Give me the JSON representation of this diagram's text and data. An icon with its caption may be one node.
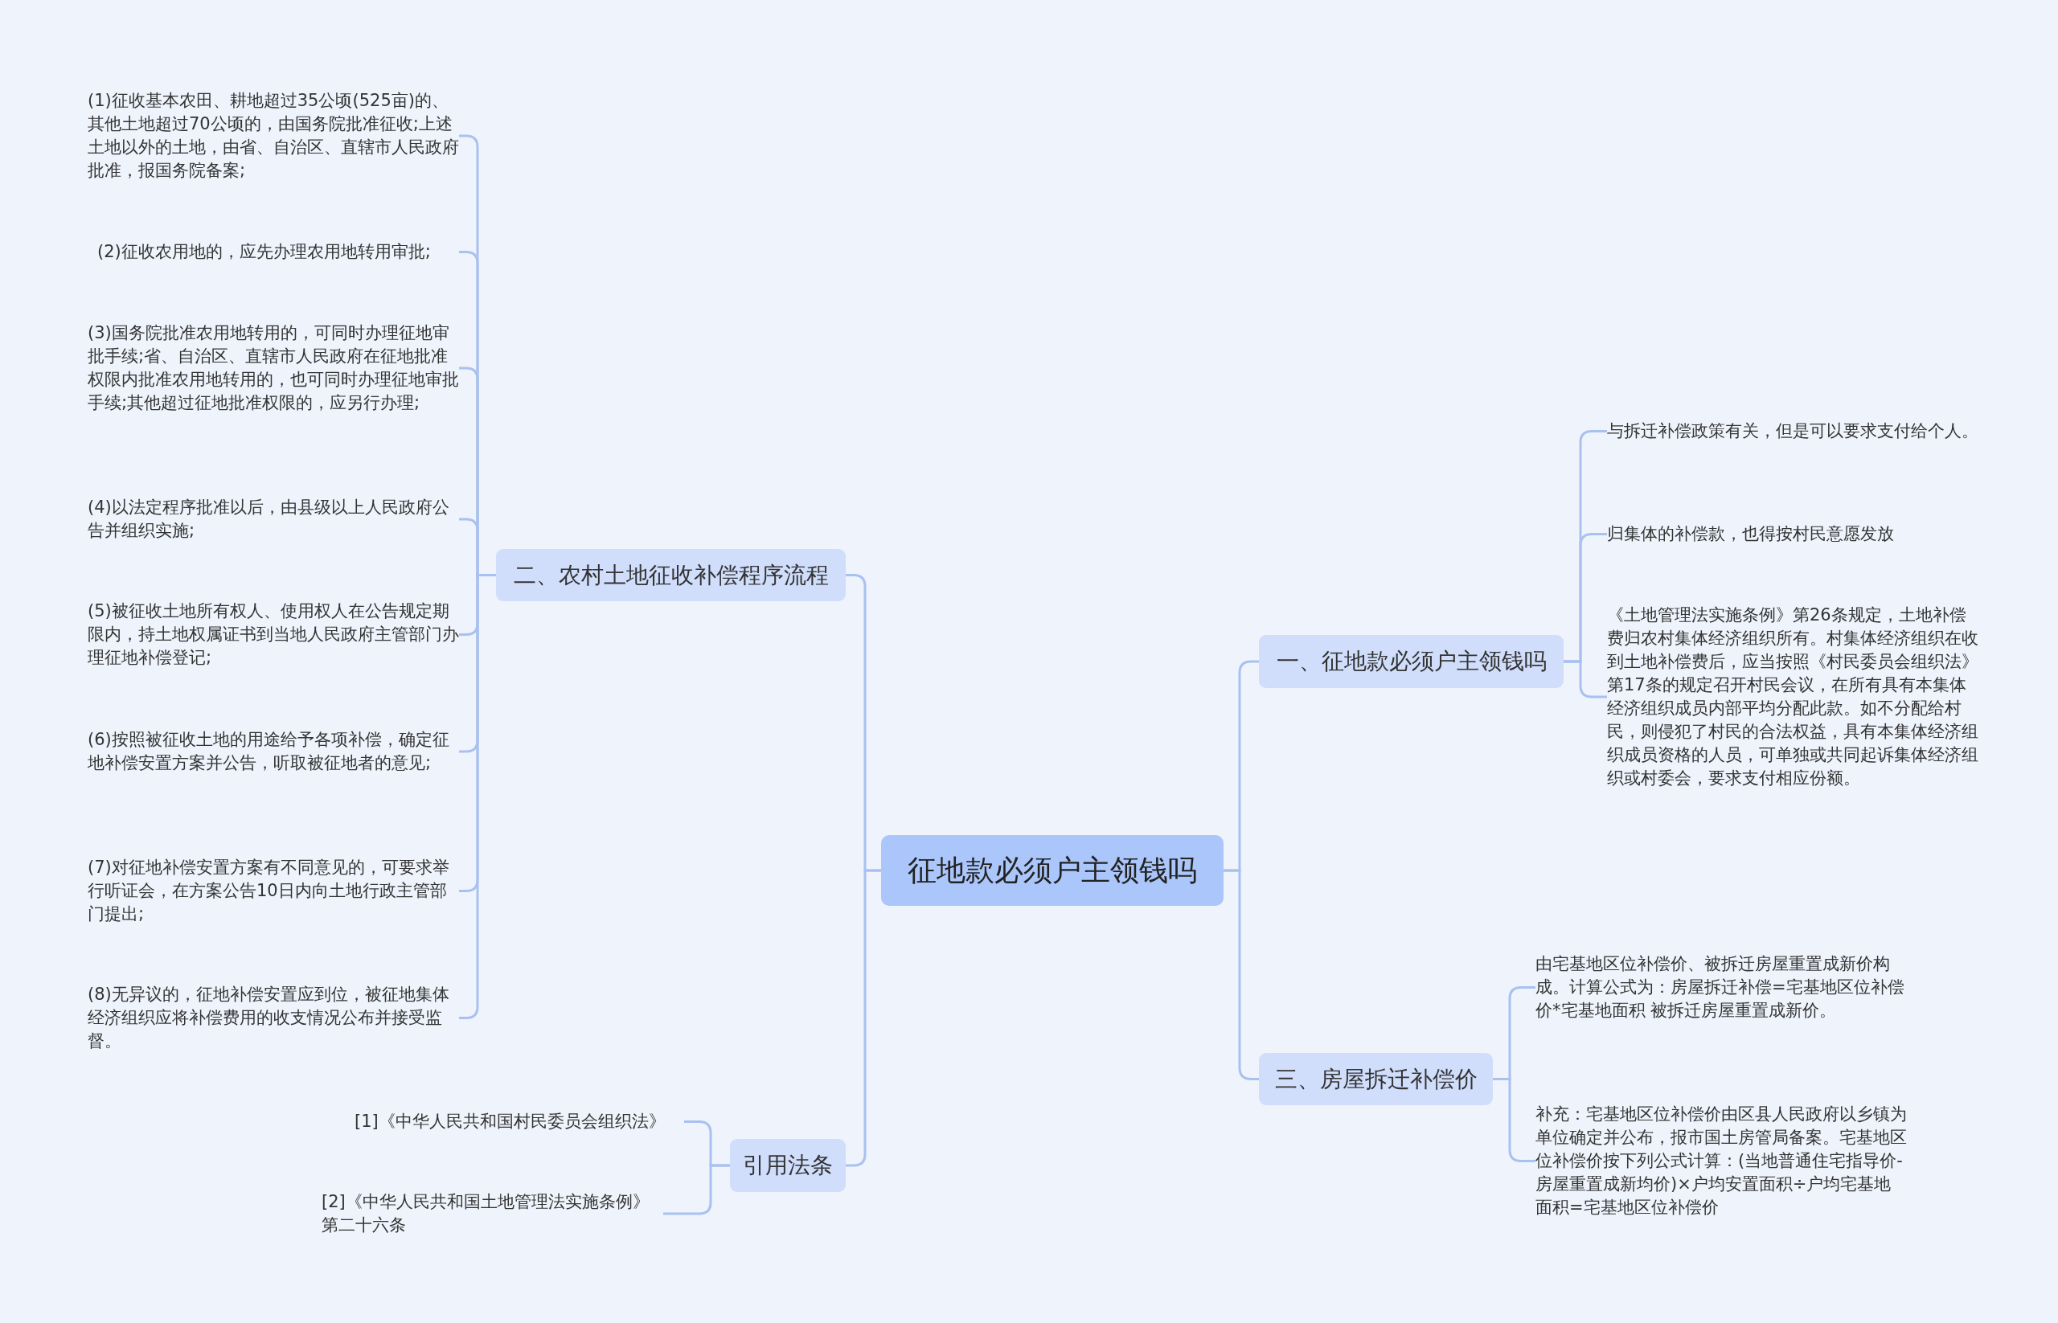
{
  "diagram": {
    "nodes": [
      {
        "text": [
          "征地款必须户主领钱吗"
        ]
      },
      {
        "text": [
          "二、农村土地征收补偿程序流程"
        ]
      },
      {
        "text": [
          "(1)征收基本农田、耕地超过35公顷(525亩)的、其他土地超过70公顷的，由国务院批准征收;上述土地以外的土地，由省、自治区、直辖市人民政府批准，报国务院备案;"
        ]
      },
      {
        "text": [
          "(2)征收农用地的，应先办理农用地转用审批;"
        ]
      },
      {
        "text": [
          "(3)国务院批准农用地转用的，可同时办理征地审批手续;省、自治区、直辖市人民政府在征地批准权限内批准农用地转用的，也可同时办理征地审批手续;其他超过征地批准权限的，应另行办理;"
        ]
      },
      {
        "text": [
          "(4)以法定程序批准以后，由县级以上人民政府公告并组织实施;"
        ]
      },
      {
        "text": [
          "(5)被征收土地所有权人、使用权人在公告规定期限内，持土地权属证书到当地人民政府主管部门办理征地补偿登记;"
        ]
      },
      {
        "text": [
          "(6)按照被征收土地的用途给予各项补偿，确定征地补偿安置方案并公告，听取被征地者的意见;"
        ]
      },
      {
        "text": [
          "(7)对征地补偿安置方案有不同意见的，可要求举行听证会，在方案公告10日内向土地行政主管部门提出;"
        ]
      },
      {
        "text": [
          "(8)无异议的，征地补偿安置应到位，被征地集体经济组织应将补偿费用的收支情况公布并接受监督。"
        ]
      },
      {
        "text": [
          "引用法条"
        ]
      },
      {
        "text": [
          "[1]《中华人民共和国村民委员会组织法》"
        ]
      },
      {
        "text": [
          "[2]《中华人民共和国土地管理法实施条例》第二十六条"
        ]
      },
      {
        "text": [
          "一、征地款必须户主领钱吗"
        ]
      },
      {
        "text": [
          "与拆迁补偿政策有关，但是可以要求支付给个人。"
        ]
      },
      {
        "text": [
          "归集体的补偿款，也得按村民意愿发放"
        ]
      },
      {
        "text": [
          "《土地管理法实施条例》第26条规定，土地补偿费归农村集体经济组织所有。村集体经济组织在收到土地补偿费后，应当按照《村民委员会组织法》第17条的规定召开村民会议，在所有具有本集体经济组织成员内部平均分配此款。如不分配给村民，则侵犯了村民的合法权益，具有本集体经济组织成员资格的人员，可单独或共同起诉集体经济组织或村委会，要求支付相应份额。"
        ]
      },
      {
        "text": [
          "三、房屋拆迁补偿价"
        ]
      },
      {
        "text": [
          "由宅基地区位补偿价、被拆迁房屋重置成新价构成。计算公式为：房屋拆迁补偿=宅基地区位补偿价*宅基地面积 被拆迁房屋重置成新价。"
        ]
      },
      {
        "text": [
          "补充：宅基地区位补偿价由区县人民政府以乡镇为单位确定并公布，报市国土房管局备案。宅基地区位补偿价按下列公式计算：(当地普通住宅指导价-房屋重置成新均价)×户均安置面积÷户均宅基地面积=宅基地区位补偿价"
        ]
      }
    ],
    "edges": [
      {
        "from": 0,
        "to": 1,
        "arrow": "none"
      },
      {
        "from": 1,
        "to": 2,
        "arrow": "none"
      },
      {
        "from": 1,
        "to": 3,
        "arrow": "none"
      },
      {
        "from": 1,
        "to": 4,
        "arrow": "none"
      },
      {
        "from": 1,
        "to": 5,
        "arrow": "none"
      },
      {
        "from": 1,
        "to": 6,
        "arrow": "none"
      },
      {
        "from": 1,
        "to": 7,
        "arrow": "none"
      },
      {
        "from": 1,
        "to": 8,
        "arrow": "none"
      },
      {
        "from": 1,
        "to": 9,
        "arrow": "none"
      },
      {
        "from": 0,
        "to": 10,
        "arrow": "none"
      },
      {
        "from": 10,
        "to": 11,
        "arrow": "none"
      },
      {
        "from": 10,
        "to": 12,
        "arrow": "none"
      },
      {
        "from": 0,
        "to": 13,
        "arrow": "none"
      },
      {
        "from": 13,
        "to": 14,
        "arrow": "none"
      },
      {
        "from": 13,
        "to": 15,
        "arrow": "none"
      },
      {
        "from": 13,
        "to": 16,
        "arrow": "none"
      },
      {
        "from": 0,
        "to": 17,
        "arrow": "none"
      },
      {
        "from": 17,
        "to": 18,
        "arrow": "none"
      },
      {
        "from": 17,
        "to": 19,
        "arrow": "none"
      }
    ]
  }
}
